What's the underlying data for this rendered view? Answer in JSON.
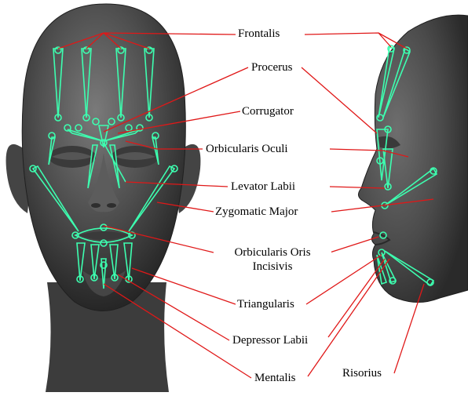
{
  "labels": {
    "frontalis": "Frontalis",
    "procerus": "Procerus",
    "corrugator": "Corrugator",
    "orbicularis_oculi": "Orbicularis Oculi",
    "levator_labii": "Levator Labii",
    "zygomatic_major": "Zygomatic Major",
    "orbicularis_oris": "Orbicularis Oris",
    "incisivis": "Incisivis",
    "triangularis": "Triangularis",
    "depressor_labii": "Depressor Labii",
    "mentalis": "Mentalis",
    "risorius": "Risorius"
  },
  "colors": {
    "head_fill": "#4a4a4a",
    "head_edge": "#2a2a2a",
    "muscle": "#3dffb0",
    "leader_line": "#e01818",
    "background": "#ffffff"
  }
}
